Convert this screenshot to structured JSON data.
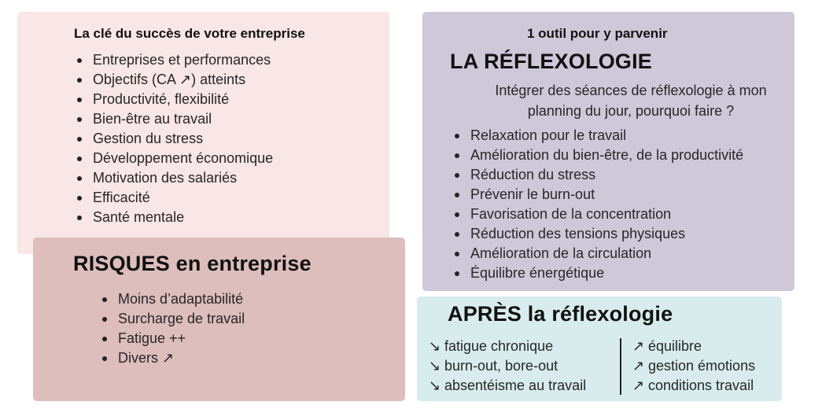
{
  "key_box": {
    "title": "La clé du succès de votre entreprise",
    "items": [
      "Entreprises et performances",
      "Objectifs (CA ↗) atteints",
      "Productivité, flexibilité",
      "Bien-être au travail",
      "Gestion du stress",
      "Développement économique",
      "Motivation des salariés",
      "Efficacité",
      "Santé mentale"
    ]
  },
  "risk_box": {
    "title": "RISQUES en entreprise",
    "items": [
      "Moins d’adaptabilité",
      "Surcharge de travail",
      "Fatigue ++",
      "Divers ↗"
    ]
  },
  "reflex_box": {
    "subtitle": "1 outil pour y parvenir",
    "title": "LA RÉFLEXOLOGIE",
    "question_line1": "Intégrer des séances de réflexologie à mon",
    "question_line2": "planning du jour, pourquoi faire ?",
    "items": [
      "Relaxation pour le travail",
      "Amélioration du bien-être, de la productivité",
      "Réduction du stress",
      "Prévenir le burn-out",
      "Favorisation de la concentration",
      "Réduction des tensions physiques",
      "Amélioration de la circulation",
      "Équilibre énergétique"
    ]
  },
  "after_box": {
    "title": "APRÈS la réflexologie",
    "down_arrow": "↘",
    "up_arrow": "↗",
    "decrease": [
      "fatigue chronique",
      "burn-out, bore-out",
      "absentéisme au travail"
    ],
    "increase": [
      "équilibre",
      "gestion émotions",
      "conditions travail"
    ]
  },
  "colors": {
    "key_box_bg": "#f9e6e6",
    "risk_box_bg": "#ddbebd",
    "reflex_box_bg": "#cfc8d9",
    "after_box_bg": "#d8eced"
  }
}
